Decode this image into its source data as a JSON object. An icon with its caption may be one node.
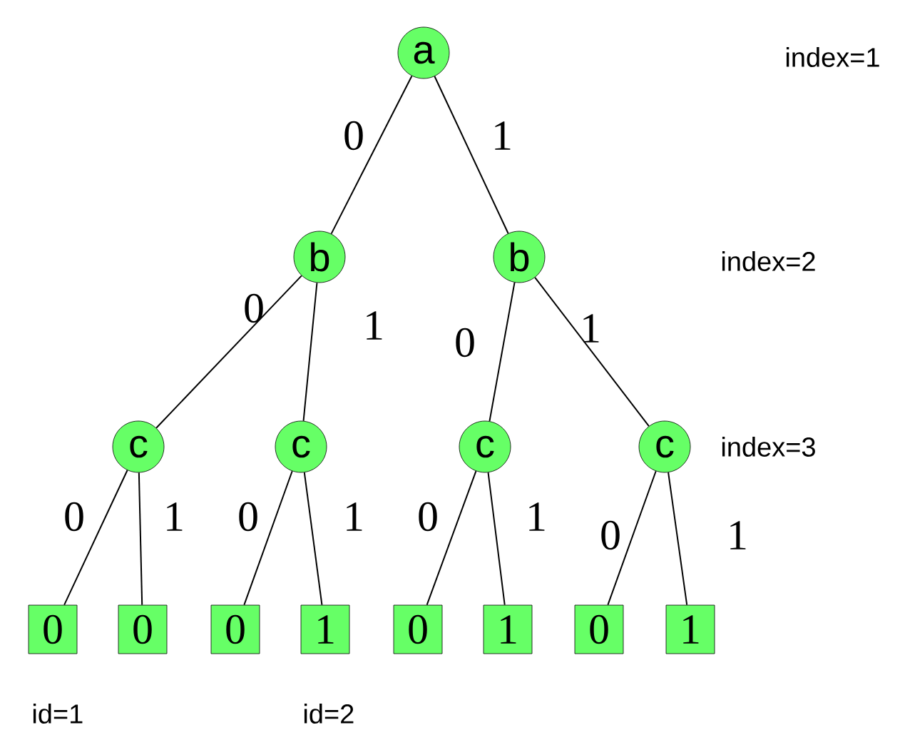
{
  "diagram": {
    "nodes": [
      {
        "text": [
          "a"
        ]
      },
      {
        "text": [
          "b"
        ]
      },
      {
        "text": [
          "b"
        ]
      },
      {
        "text": [
          "c"
        ]
      },
      {
        "text": [
          "c"
        ]
      },
      {
        "text": [
          "c"
        ]
      },
      {
        "text": [
          "c"
        ]
      },
      {
        "text": [
          "0"
        ]
      },
      {
        "text": [
          "0"
        ]
      },
      {
        "text": [
          "0"
        ]
      },
      {
        "text": [
          "1"
        ]
      },
      {
        "text": [
          "0"
        ]
      },
      {
        "text": [
          "1"
        ]
      },
      {
        "text": [
          "0"
        ]
      },
      {
        "text": [
          "1"
        ]
      }
    ],
    "edges": [
      {
        "from": 0,
        "to": 1,
        "arrow": "none",
        "label": "0"
      },
      {
        "from": 0,
        "to": 2,
        "arrow": "none",
        "label": "1"
      },
      {
        "from": 1,
        "to": 3,
        "arrow": "none",
        "label": "0"
      },
      {
        "from": 1,
        "to": 4,
        "arrow": "none",
        "label": "1"
      },
      {
        "from": 2,
        "to": 5,
        "arrow": "none",
        "label": "0"
      },
      {
        "from": 2,
        "to": 6,
        "arrow": "none",
        "label": "1"
      },
      {
        "from": 3,
        "to": 7,
        "arrow": "none",
        "label": "0"
      },
      {
        "from": 3,
        "to": 8,
        "arrow": "none",
        "label": "1"
      },
      {
        "from": 4,
        "to": 9,
        "arrow": "none",
        "label": "0"
      },
      {
        "from": 4,
        "to": 10,
        "arrow": "none",
        "label": "1"
      },
      {
        "from": 5,
        "to": 11,
        "arrow": "none",
        "label": "0"
      },
      {
        "from": 5,
        "to": 12,
        "arrow": "none",
        "label": "1"
      },
      {
        "from": 6,
        "to": 13,
        "arrow": "none",
        "label": "0"
      },
      {
        "from": 6,
        "to": 14,
        "arrow": "none",
        "label": "1"
      }
    ],
    "labels": [
      "index=1",
      "index=2",
      "index=3",
      "id=1",
      "id=2"
    ]
  }
}
